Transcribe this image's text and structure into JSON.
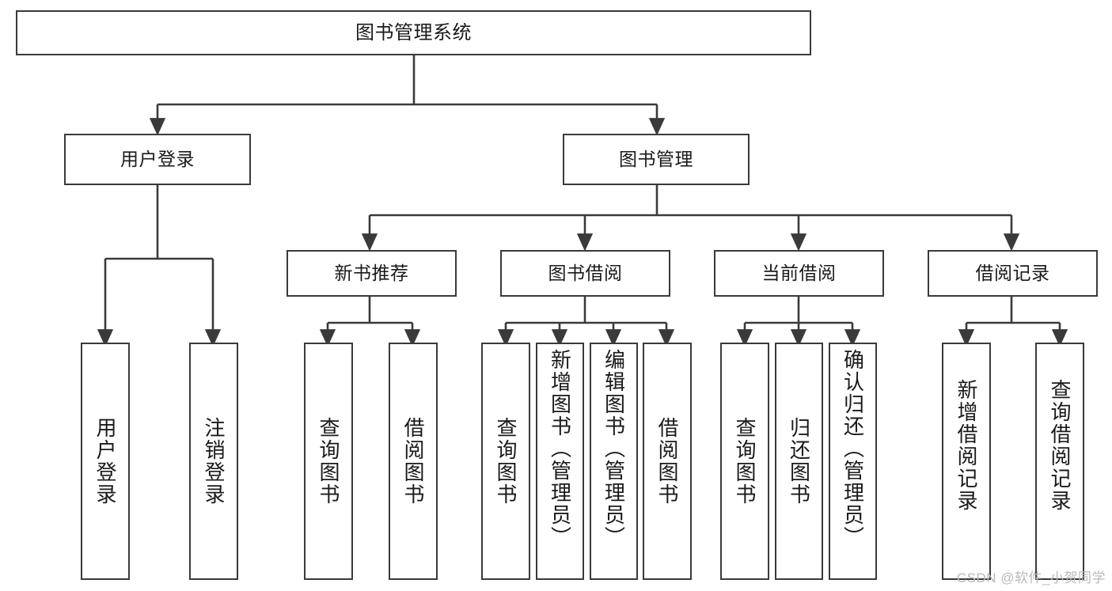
{
  "diagram": {
    "title": "图书管理系统",
    "type": "tree-hierarchy",
    "watermark": "CSDN @软件_小贺同学",
    "colors": {
      "stroke": "#3a3a3a",
      "fill": "#ffffff",
      "text": "#1a1a1a",
      "watermark": "#b9b9b9"
    },
    "nodes": {
      "root": {
        "label": "图书管理系统",
        "level": 1
      },
      "l2": [
        {
          "id": "user-login",
          "label": "用户登录",
          "level": 2
        },
        {
          "id": "book-manage",
          "label": "图书管理",
          "level": 2
        }
      ],
      "l3": [
        {
          "id": "new-book-rec",
          "label": "新书推荐",
          "level": 3,
          "parent": "book-manage"
        },
        {
          "id": "book-borrow",
          "label": "图书借阅",
          "level": 3,
          "parent": "book-manage"
        },
        {
          "id": "current-borrow",
          "label": "当前借阅",
          "level": 3,
          "parent": "book-manage"
        },
        {
          "id": "borrow-record",
          "label": "借阅记录",
          "level": 3,
          "parent": "book-manage"
        }
      ],
      "leaves": [
        {
          "id": "leaf-user-login",
          "label": "用户登录",
          "parent": "user-login"
        },
        {
          "id": "leaf-user-logout",
          "label": "注销登录",
          "parent": "user-login"
        },
        {
          "id": "leaf-rec-query",
          "label": "查询图书",
          "parent": "new-book-rec"
        },
        {
          "id": "leaf-rec-borrow",
          "label": "借阅图书",
          "parent": "new-book-rec"
        },
        {
          "id": "leaf-borrow-query",
          "label": "查询图书",
          "parent": "book-borrow"
        },
        {
          "id": "leaf-borrow-add",
          "label": "新增图书（管理员）",
          "parent": "book-borrow"
        },
        {
          "id": "leaf-borrow-edit",
          "label": "编辑图书（管理员）",
          "parent": "book-borrow"
        },
        {
          "id": "leaf-borrow-lend",
          "label": "借阅图书",
          "parent": "book-borrow"
        },
        {
          "id": "leaf-cur-query",
          "label": "查询图书",
          "parent": "current-borrow"
        },
        {
          "id": "leaf-cur-return",
          "label": "归还图书",
          "parent": "current-borrow"
        },
        {
          "id": "leaf-cur-confirm",
          "label": "确认归还（管理员）",
          "parent": "current-borrow"
        },
        {
          "id": "leaf-rec-add",
          "label": "新增借阅记录",
          "parent": "borrow-record"
        },
        {
          "id": "leaf-rec-query2",
          "label": "查询借阅记录",
          "parent": "borrow-record"
        }
      ]
    }
  }
}
